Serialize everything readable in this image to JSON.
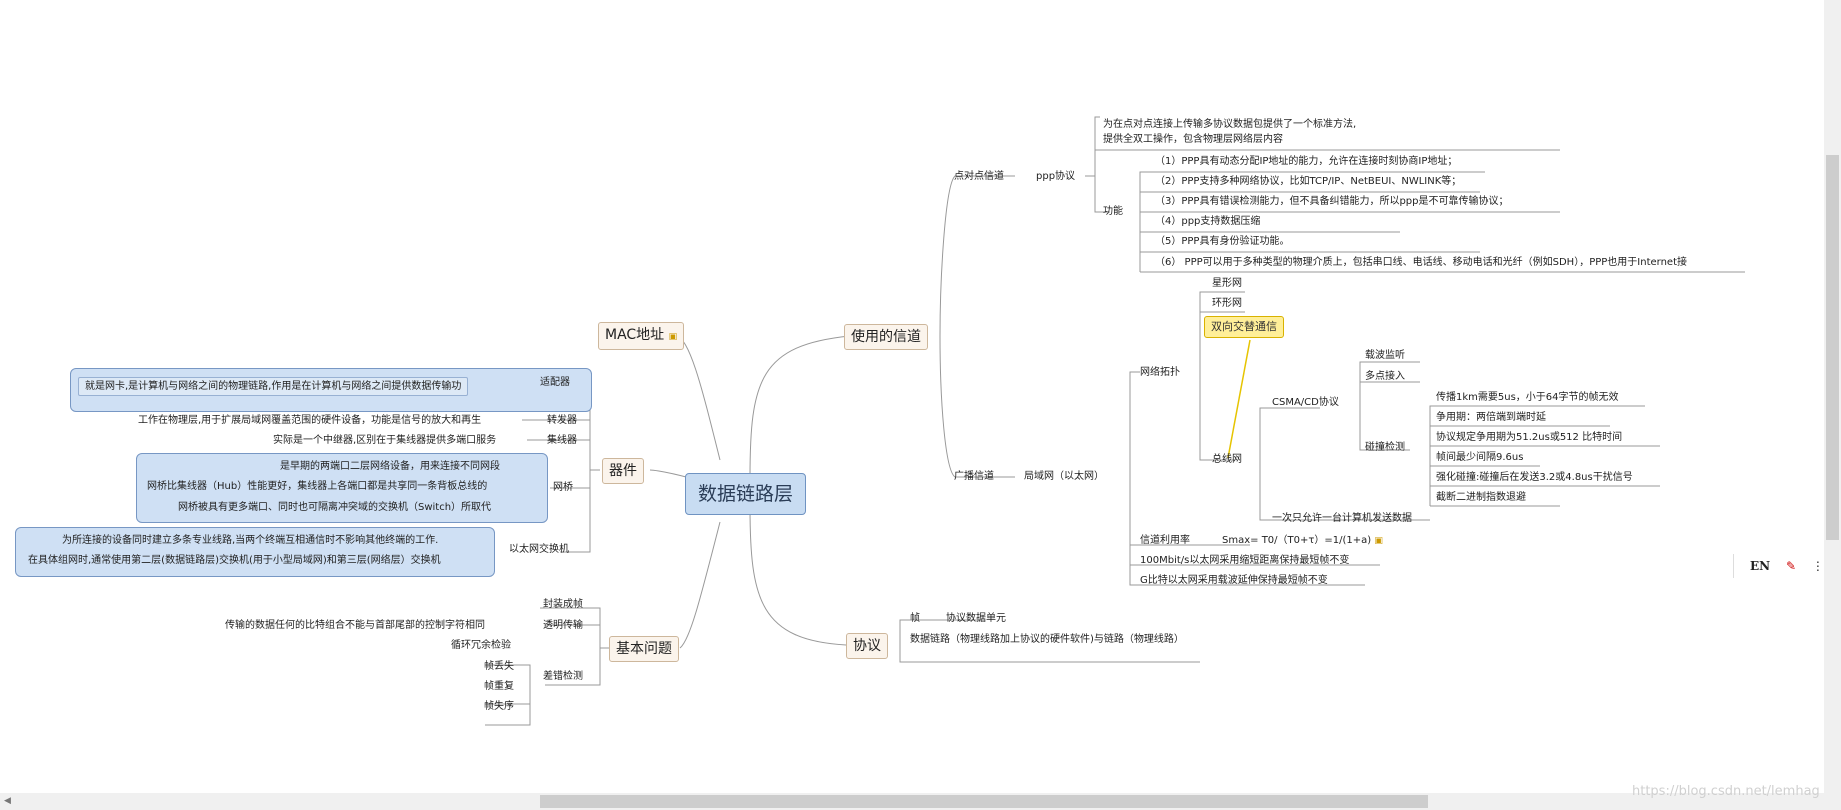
{
  "central": {
    "label": "数据链路层"
  },
  "topics": {
    "mac": "MAC地址",
    "channel": "使用的信道",
    "devices": "器件",
    "basic": "基本问题",
    "protocol": "协议"
  },
  "channel": {
    "ptp": "点对点信道",
    "ppp": "ppp协议",
    "ppp_desc_1": "为在点对点连接上传输多协议数据包提供了一个标准方法,",
    "ppp_desc_2": "提供全双工操作，包含物理层网络层内容",
    "func": "功能",
    "features": [
      "（1）PPP具有动态分配IP地址的能力，允许在连接时刻协商IP地址；",
      "（2）PPP支持多种网络协议，比如TCP/IP、NetBEUI、NWLINK等；",
      "（3）PPP具有错误检测能力，但不具备纠错能力，所以ppp是不可靠传输协议；",
      "（4）ppp支持数据压缩",
      "（5）PPP具有身份验证功能。",
      "（6） PPP可以用于多种类型的物理介质上，包括串口线、电话线、移动电话和光纤（例如SDH），PPP也用于Internet接"
    ],
    "broadcast": "广播信道",
    "lan": "局域网（以太网）",
    "topology": "网络拓扑",
    "star": "星形网",
    "ring": "环形网",
    "duplex": "双向交替通信",
    "bus": "总线网",
    "csma": "CSMA/CD协议",
    "carrier": "载波监听",
    "multi": "多点接入",
    "collision": "碰撞检测",
    "coll_items": [
      "传播1km需要5us，小于64字节的帧无效",
      "争用期：两倍端到端时延",
      "协议规定争用期为51.2us或512 比特时间",
      "帧间最少间隔9.6us",
      "强化碰撞:碰撞后在发送3.2或4.8us干扰信号",
      "截断二进制指数退避"
    ],
    "one_at_time": "一次只允许一台计算机发送数据",
    "util": "信道利用率",
    "smax": "Smax= T0/（T0+τ）=1/(1+a)",
    "eth100": "100Mbit/s以太网采用缩短距离保持最短帧不变",
    "gig": "G比特以太网采用载波延伸保持最短帧不变"
  },
  "devices": {
    "adapter": "适配器",
    "adapter_desc": "就是网卡,是计算机与网络之间的物理链路,作用是在计算机与网络之间提供数据传输功",
    "repeater": "转发器",
    "repeater_desc": "工作在物理层,用于扩展局域网覆盖范围的硬件设备，功能是信号的放大和再生",
    "hub": "集线器",
    "hub_desc": "实际是一个中继器,区别在于集线器提供多端口服务",
    "bridge": "网桥",
    "bridge_desc": [
      "是早期的两端口二层网络设备，用来连接不同网段",
      "网桥比集线器（Hub）性能更好，集线器上各端口都是共享同一条背板总线的",
      "网桥被具有更多端口、同时也可隔离冲突域的交换机（Switch）所取代"
    ],
    "switch": "以太网交换机",
    "switch_desc": [
      "为所连接的设备同时建立多条专业线路,当两个终端互相通信时不影响其他终端的工作.",
      "在具体组网时,通常使用第二层(数据链路层)交换机(用于小型局域网)和第三层(网络层）交换机"
    ]
  },
  "basic": {
    "frame": "封装成帧",
    "transparent": "透明传输",
    "transparent_desc": "传输的数据任何的比特组合不能与首部尾部的控制字符相同",
    "crc": "循环冗余检验",
    "error": "差错检测",
    "errors": [
      "帧丢失",
      "帧重复",
      "帧失序"
    ]
  },
  "protocol": {
    "frame": "帧",
    "frame_desc": "协议数据单元",
    "link_desc": "数据链路（物理线路加上协议的硬件软件)与链路（物理线路）"
  },
  "ime": {
    "lang": "EN"
  },
  "watermark": "https://blog.csdn.net/lemhag",
  "colors": {
    "central_bg": "#c8dcf2",
    "topic_bg": "#fbf4ec",
    "callout_bg": "#cfe0f4",
    "highlight": "#ffef99"
  }
}
